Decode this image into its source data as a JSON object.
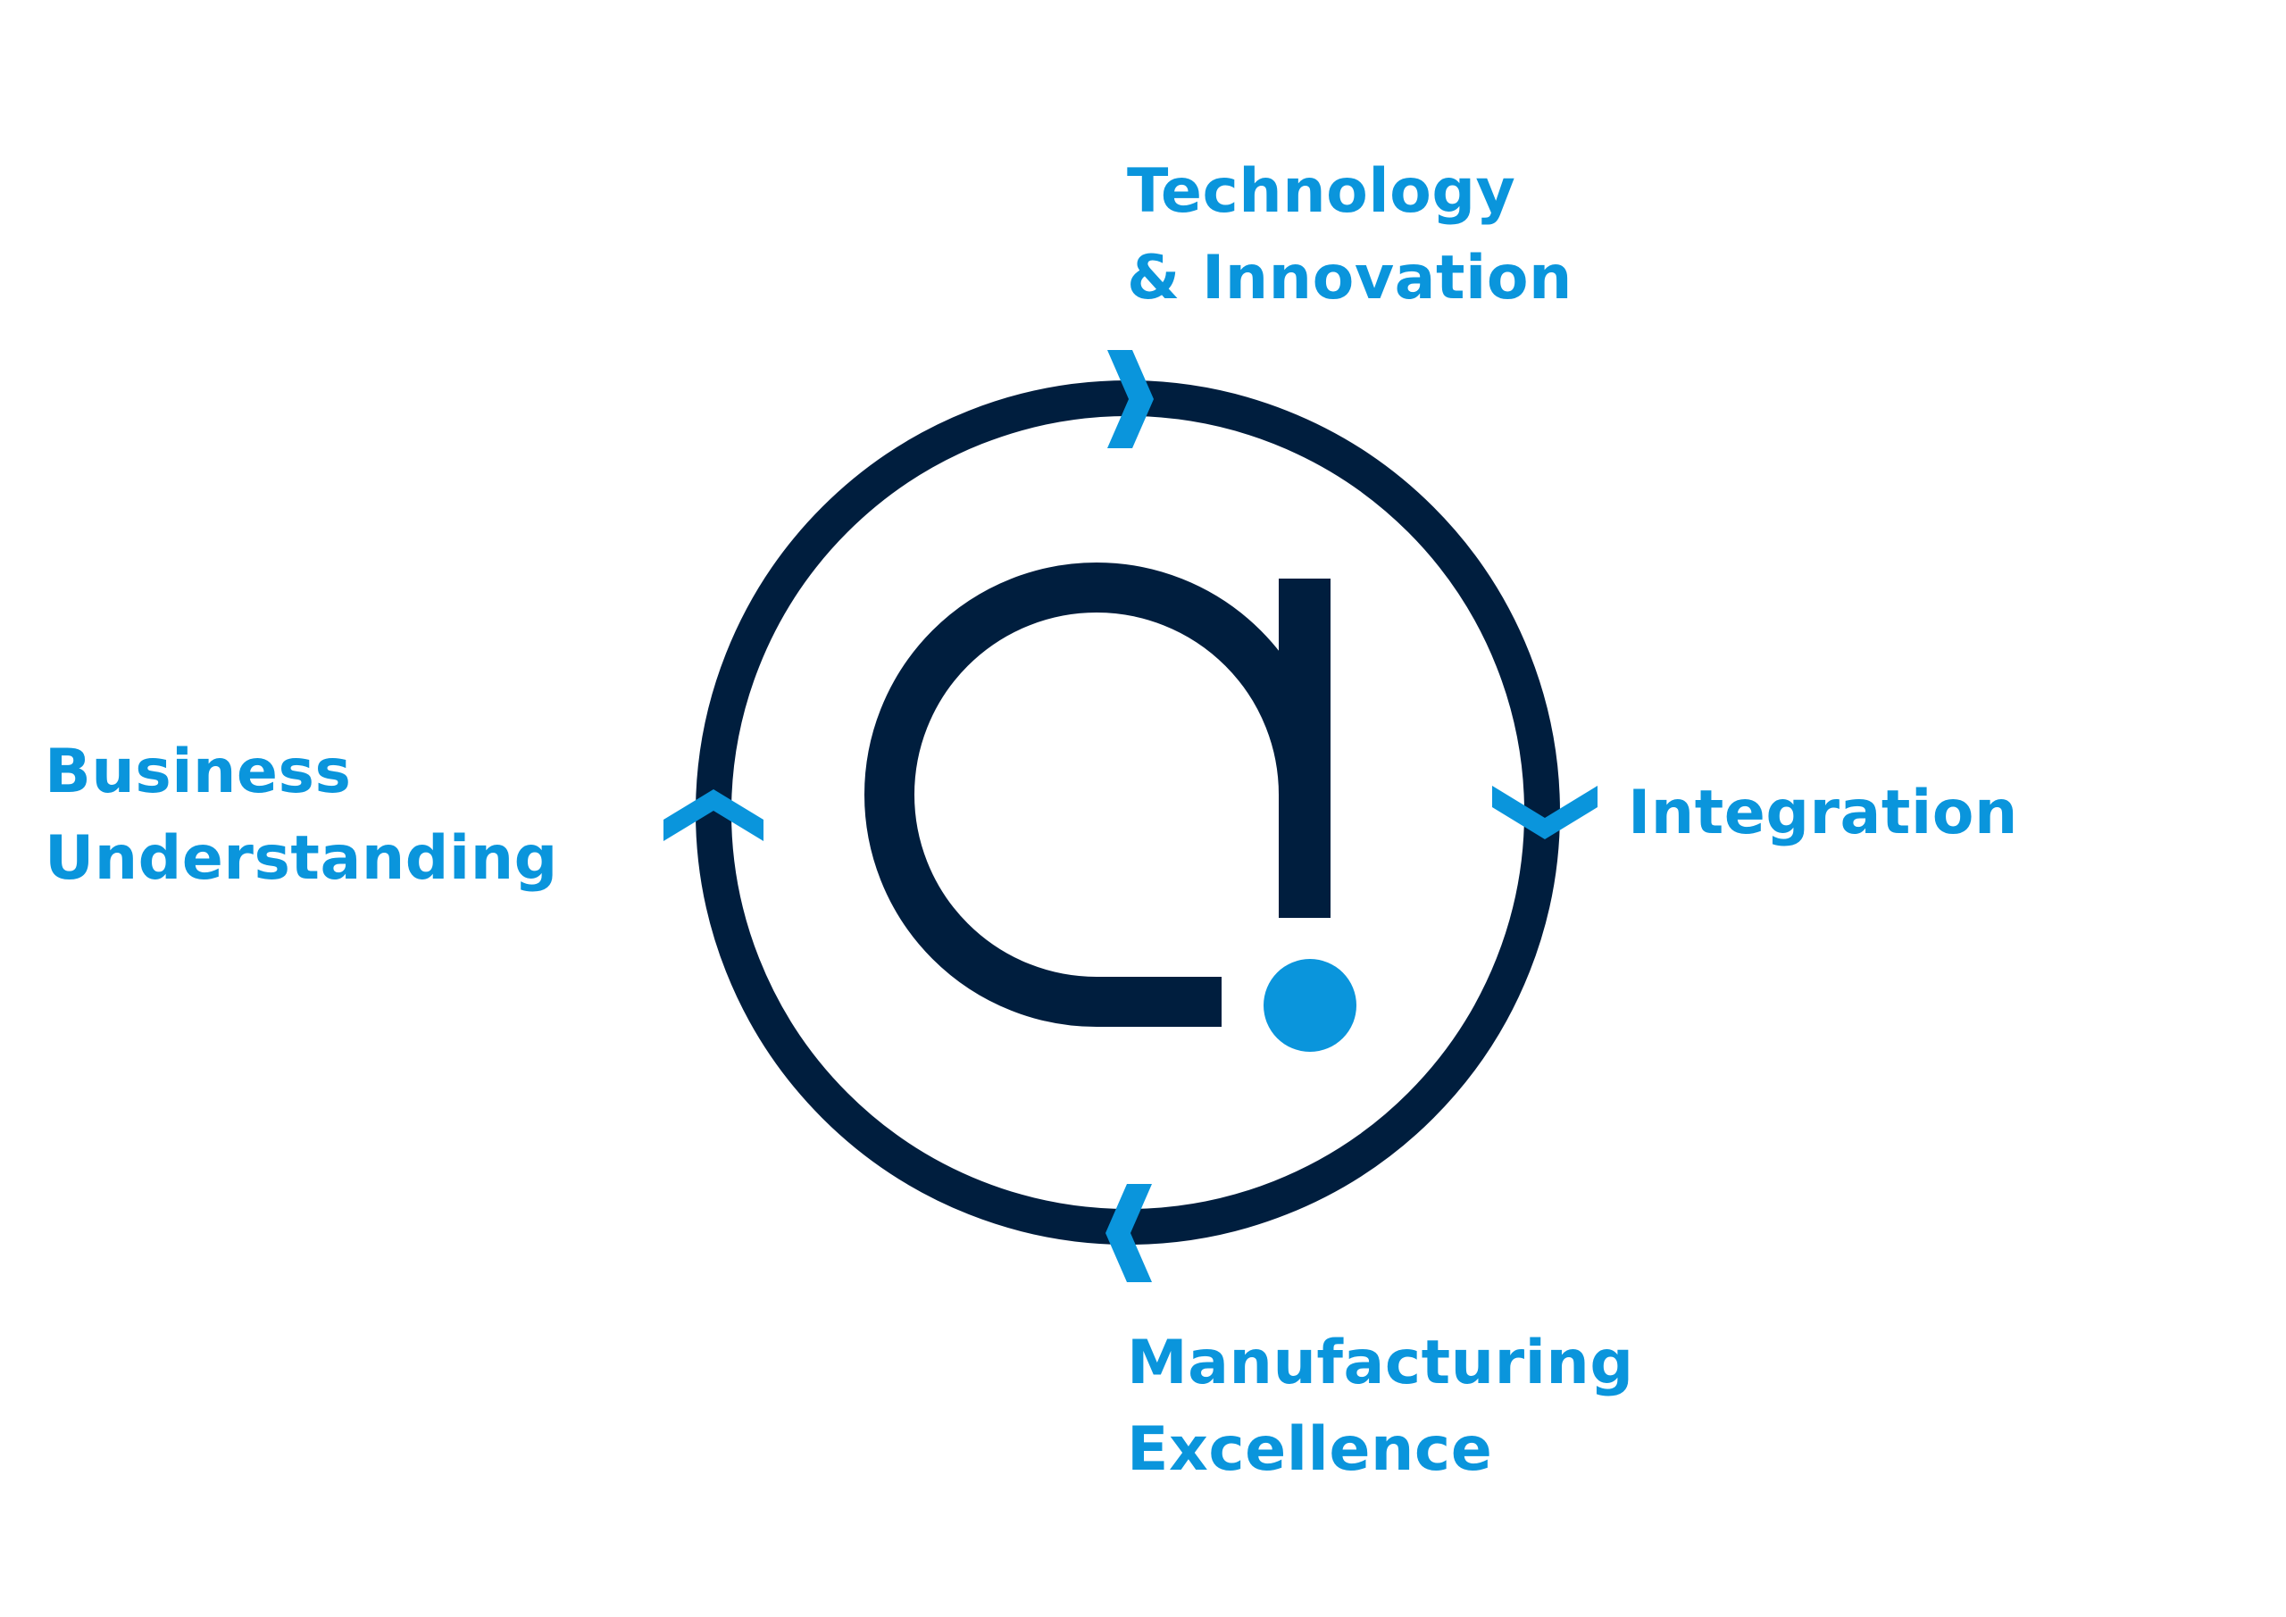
{
  "colors": {
    "navy": "#001e3e",
    "accent": "#0a95dc",
    "background": "#ffffff"
  },
  "icons": {
    "center": "stylized-a-logo-icon",
    "arrows": "chevron-arrow-icon"
  },
  "labels": {
    "top": [
      "Technology",
      "& Innovation"
    ],
    "right": [
      "Integration"
    ],
    "bottom": [
      "Manufacturing",
      "Excellence"
    ],
    "left": [
      "Business",
      "Understanding"
    ]
  }
}
